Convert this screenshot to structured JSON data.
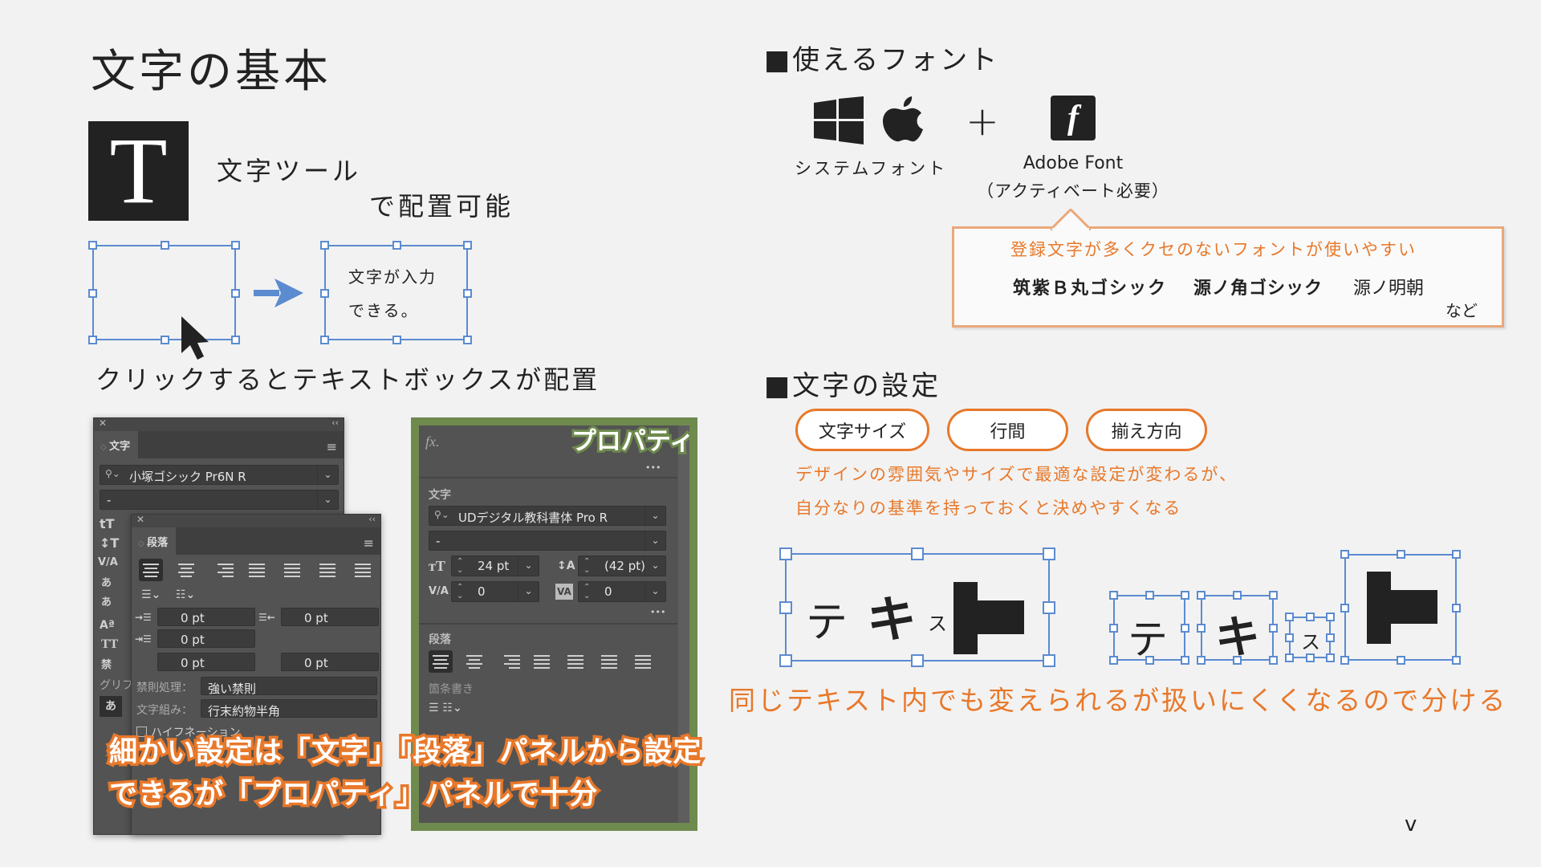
{
  "left": {
    "title": "文字の基本",
    "tool_icon_letter": "T",
    "tool_text1": "文字ツール",
    "tool_text2": "で配置可能",
    "box_text1": "文字が入力",
    "box_text2": "できる。",
    "click_caption": "クリックするとテキストボックスが配置"
  },
  "char_panel": {
    "tab": "文字",
    "font": "小塚ゴシック Pr6N R",
    "style": "-",
    "side_icons": [
      "tT",
      "↕T",
      "V/A",
      "あ",
      "あ",
      "Aª",
      "TT",
      "禁",
      "グリフ",
      "あ"
    ]
  },
  "para_panel": {
    "tab": "段落",
    "indent_left": "0 pt",
    "indent_right": "0 pt",
    "indent_first": "0 pt",
    "space_before": "0 pt",
    "space_after": "0 pt",
    "kinsoku_label": "禁則処理：",
    "kinsoku_value": "強い禁則",
    "mojigumi_label": "文字組み：",
    "mojigumi_value": "行末約物半角",
    "hyphenation": "ハイフネーション"
  },
  "properties_panel": {
    "label": "プロパティ",
    "fx": "fx.",
    "more": "•••",
    "char_section": "文字",
    "font": "UDデジタル教科書体 Pro R",
    "style": "-",
    "size": "24 pt",
    "leading": "(42 pt)",
    "kerning": "0",
    "tracking": "0",
    "para_section": "段落",
    "bullets_label": "箇条書き"
  },
  "overlay": {
    "line1": "細かい設定は「文字」「段落」パネルから設定",
    "line2": "できるが「プロパティ」パネルで十分"
  },
  "fonts": {
    "heading": "■使えるフォント",
    "system_label": "システムフォント",
    "plus": "+",
    "adobe_label": "Adobe Font",
    "adobe_note": "（アクティベート必要）",
    "adobe_icon": "f",
    "callout_tip": "登録文字が多くクセのないフォントが使いやすい",
    "examples": [
      "筑紫Ｂ丸ゴシック",
      "源ノ角ゴシック",
      "源ノ明朝"
    ],
    "etc": "など"
  },
  "settings": {
    "heading": "■文字の設定",
    "pills": [
      "文字サイズ",
      "行間",
      "揃え方向"
    ],
    "desc1": "デザインの雰囲気やサイズで最適な設定が変わるが、",
    "desc2": "自分なりの基準を持っておくと決めやすくなる",
    "sample_chars": [
      "テ",
      "キ",
      "ス",
      "ト"
    ],
    "caption": "同じテキスト内でも変えられるが扱いにくくなるので分ける"
  },
  "footer_mark": "v",
  "colors": {
    "accent_orange": "#e8782a",
    "selection_blue": "#5b8bd0",
    "panel_gray": "#535353",
    "frame_green": "#6e8a4d",
    "background": "#f2f2f2"
  }
}
